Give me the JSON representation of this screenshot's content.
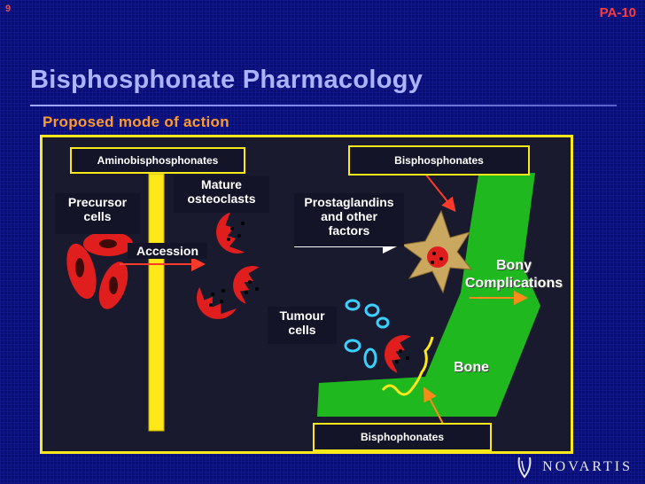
{
  "header": {
    "corner_number": "9",
    "slide_code": "PA-10",
    "title": "Bisphosphonate Pharmacology",
    "subtitle": "Proposed mode of action"
  },
  "diagram": {
    "top_left_box": "Aminobisphosphonates",
    "top_right_box": "Bisphosphonates",
    "bottom_box": "Bisphophonates",
    "precursor_cells": "Precursor\ncells",
    "mature_osteoclasts": "Mature\nosteoclasts",
    "accession": "Accession",
    "prostaglandins": "Prostaglandins\nand other\nfactors",
    "tumour_cells": "Tumour\ncells",
    "bony_complications": "Bony\nComplications",
    "bone": "Bone"
  },
  "footer": {
    "brand": "NOVARTIS"
  },
  "colors": {
    "background": "#0a0f6e",
    "accent_yellow": "#ffe81a",
    "title": "#aab4ff",
    "subtitle": "#ff9a2a",
    "bone_green": "#1fb81f",
    "cell_red": "#e01e1e"
  }
}
